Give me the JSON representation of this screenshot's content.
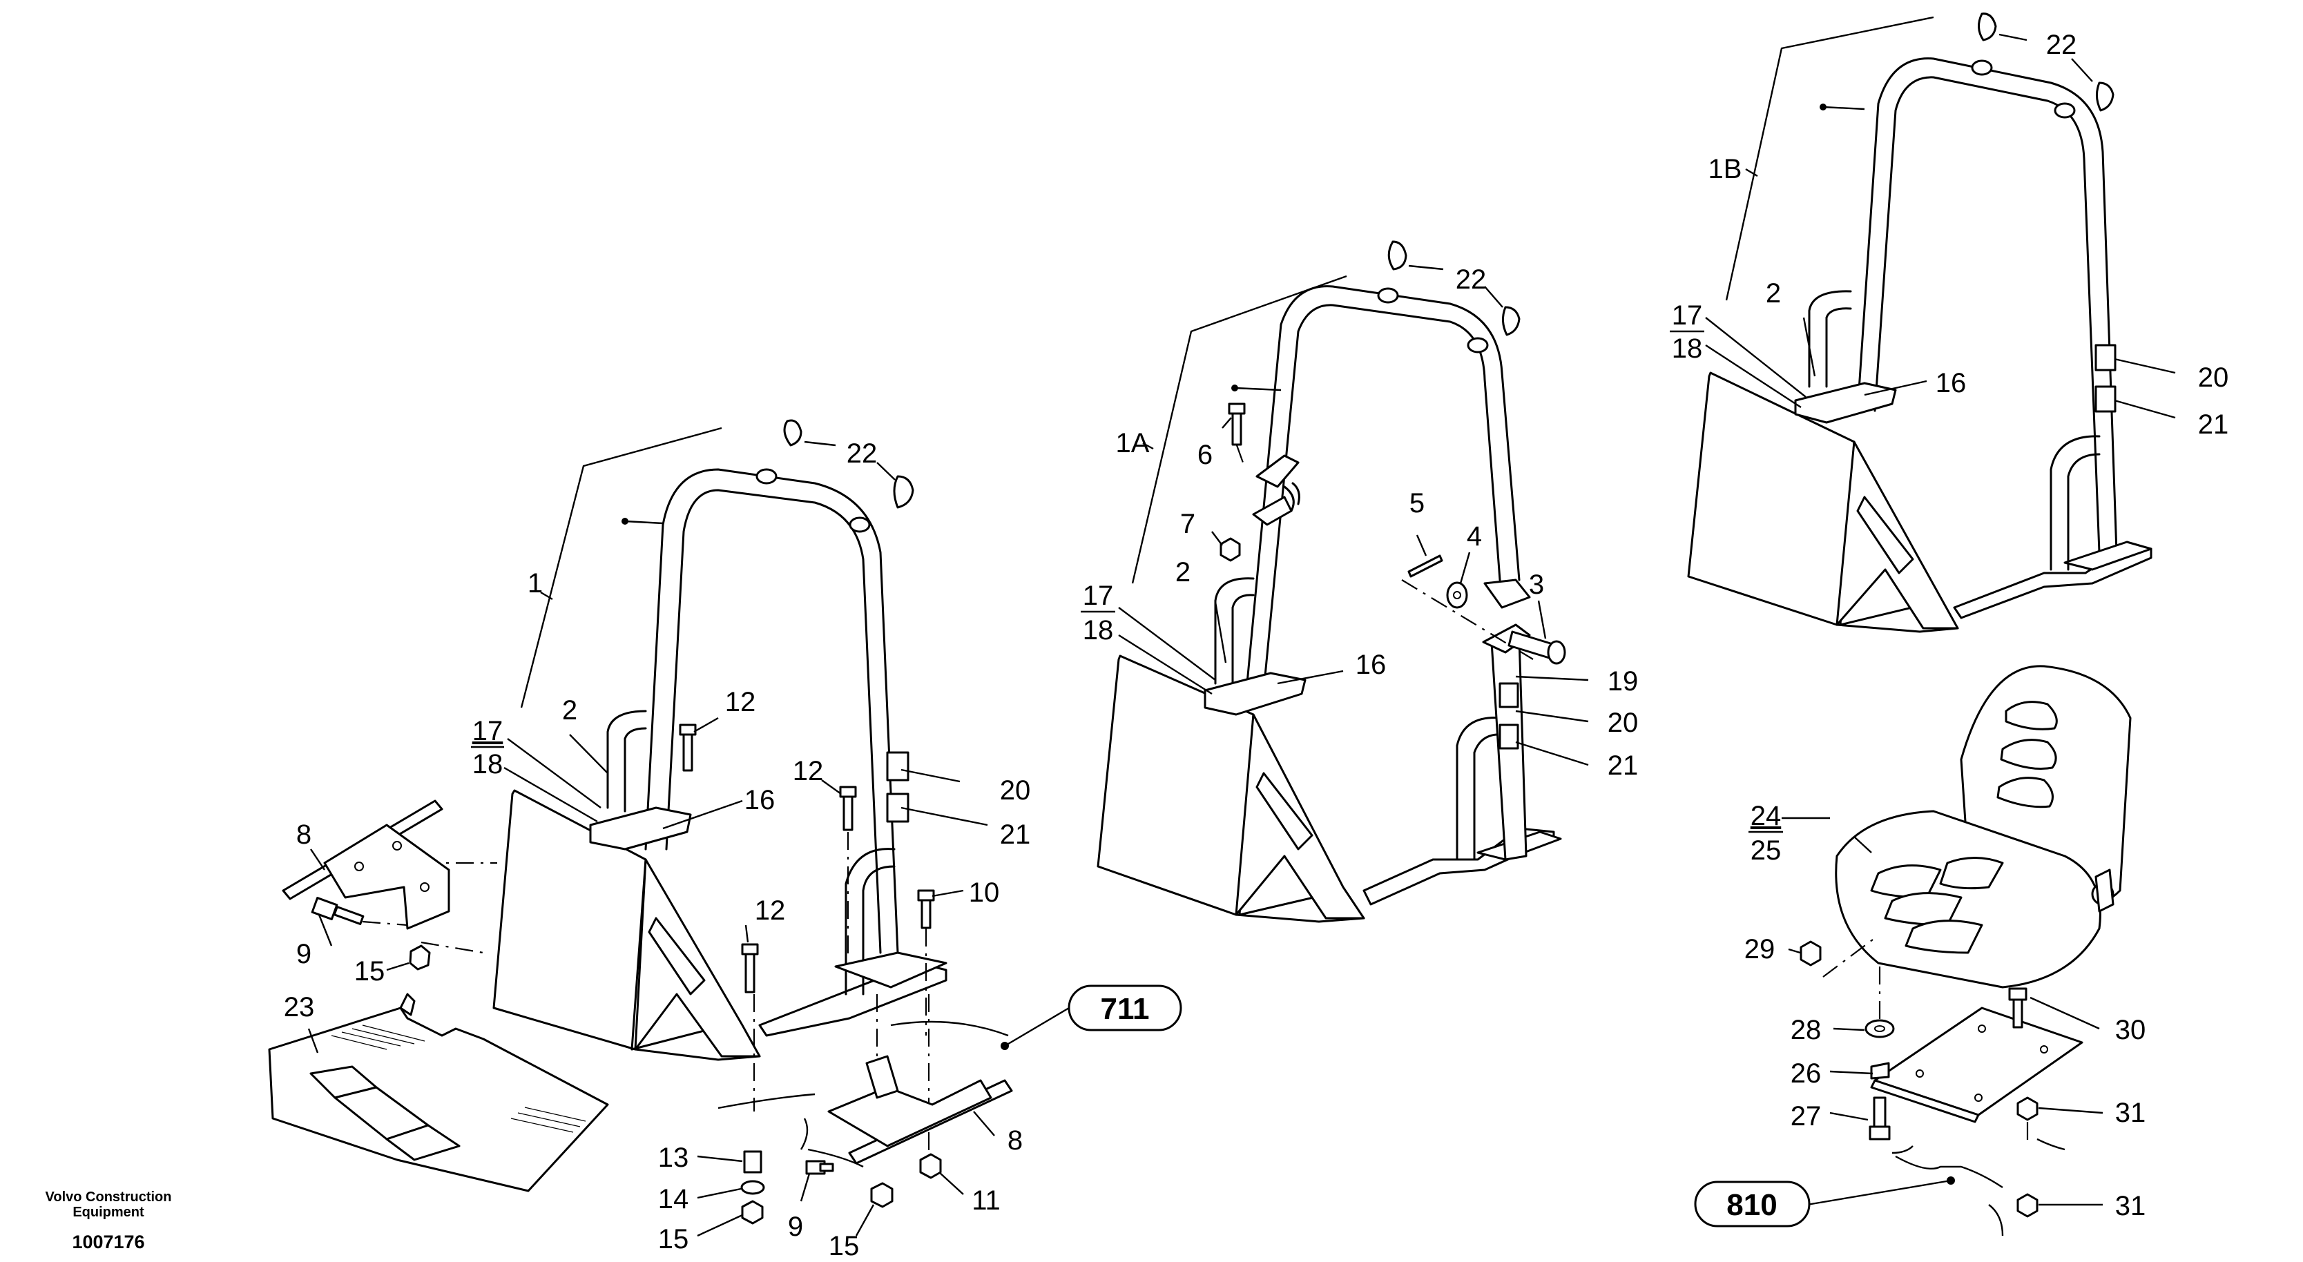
{
  "brand": {
    "company": "Volvo Construction Equipment",
    "company_line1": "Volvo Construction",
    "company_line2": "Equipment",
    "document_number": "1007176"
  },
  "references": {
    "ref_711": "711",
    "ref_810": "810"
  },
  "callouts": {
    "left": {
      "n1": "1",
      "n2": "2",
      "n8a": "8",
      "n8b": "8",
      "n9a": "9",
      "n9b": "9",
      "n10": "10",
      "n11": "11",
      "n12a": "12",
      "n12b": "12",
      "n12c": "12",
      "n13": "13",
      "n14": "14",
      "n15a": "15",
      "n15b": "15",
      "n15c": "15",
      "n16": "16",
      "n17": "17",
      "n18": "18",
      "n20": "20",
      "n21": "21",
      "n22": "22",
      "n23": "23"
    },
    "middle": {
      "n1a": "1A",
      "n2": "2",
      "n3": "3",
      "n4": "4",
      "n5": "5",
      "n6": "6",
      "n7": "7",
      "n16": "16",
      "n17": "17",
      "n18": "18",
      "n19": "19",
      "n20": "20",
      "n21": "21",
      "n22": "22"
    },
    "right": {
      "n1b": "1B",
      "n2": "2",
      "n16": "16",
      "n17": "17",
      "n18": "18",
      "n20": "20",
      "n21": "21",
      "n22": "22"
    },
    "seat": {
      "n24": "24",
      "n25": "25",
      "n26": "26",
      "n27": "27",
      "n28": "28",
      "n29": "29",
      "n30": "30",
      "n31a": "31",
      "n31b": "31"
    }
  }
}
